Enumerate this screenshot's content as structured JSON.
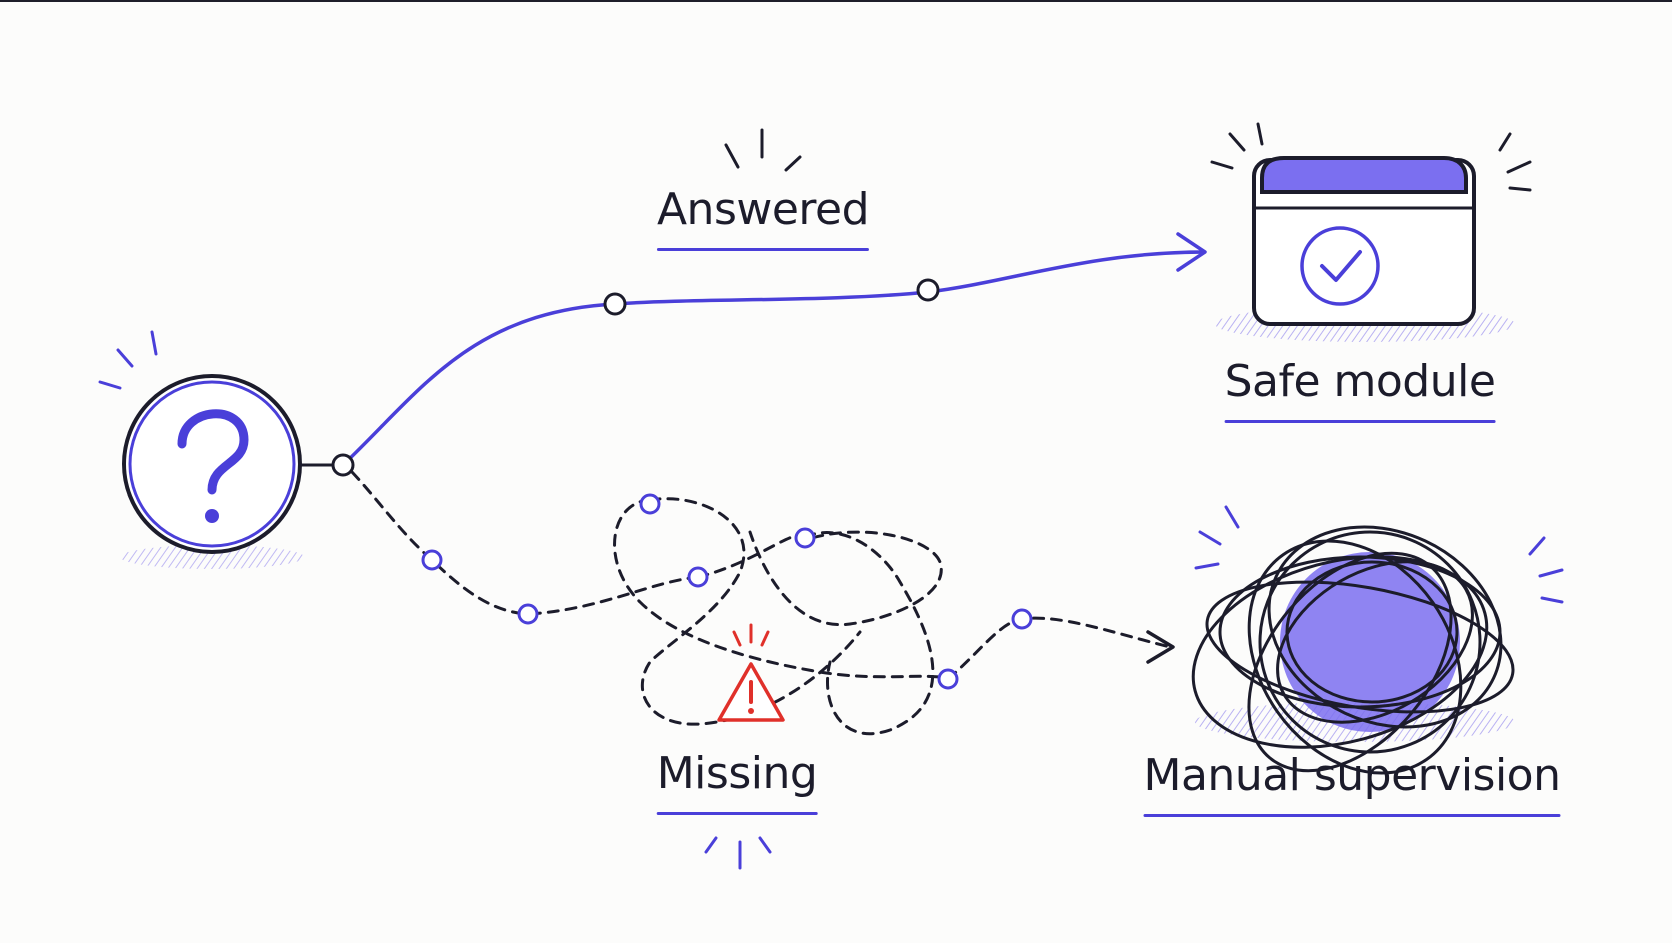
{
  "labels": {
    "answered": "Answered",
    "missing": "Missing",
    "safe_module": "Safe module",
    "manual_supervision": "Manual supervision"
  },
  "colors": {
    "accent": "#4a3fd9",
    "ink": "#1c1c2b",
    "fill": "#7b6ff0",
    "shadow": "#cfcaf5",
    "warning": "#e0302a",
    "background": "#fcfcfb"
  },
  "icons": {
    "start": "question-mark-icon",
    "success": "box-check-icon",
    "failure": "tangle-icon",
    "alert": "warning-triangle-icon"
  }
}
